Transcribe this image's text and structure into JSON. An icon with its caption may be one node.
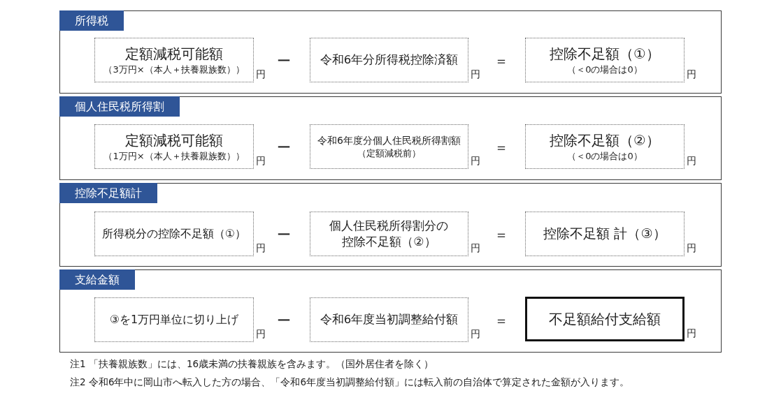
{
  "diagram": {
    "nodes": [
      {
        "text": [
          "所得税"
        ]
      },
      {
        "text": [
          "定額減税可能額",
          "（3万円×（本人＋扶養親族数））"
        ],
        "in": 0,
        "beside": [
          "円"
        ]
      },
      {
        "text": [
          "令和6年分所得税控除済額"
        ],
        "in": 0,
        "beside": [
          "円"
        ]
      },
      {
        "text": [
          "控除不足額（①）",
          "（＜0の場合は0）"
        ],
        "in": 0,
        "beside": [
          "円"
        ]
      },
      {
        "text": [
          "個人住民税所得割"
        ]
      },
      {
        "text": [
          "定額減税可能額",
          "（1万円×（本人＋扶養親族数））"
        ],
        "in": 4,
        "beside": [
          "円"
        ]
      },
      {
        "text": [
          "令和6年度分個人住民税所得割額",
          "（定額減税前）"
        ],
        "in": 4,
        "beside": [
          "円"
        ]
      },
      {
        "text": [
          "控除不足額（②）",
          "（＜0の場合は0）"
        ],
        "in": 4,
        "beside": [
          "円"
        ]
      },
      {
        "text": [
          "控除不足額計"
        ]
      },
      {
        "text": [
          "所得税分の控除不足額（①）"
        ],
        "in": 8,
        "beside": [
          "円"
        ]
      },
      {
        "text": [
          "個人住民税所得割分の控除不足額（②）"
        ],
        "in": 8,
        "beside": [
          "円"
        ]
      },
      {
        "text": [
          "控除不足額 計（③）"
        ],
        "in": 8,
        "beside": [
          "円"
        ]
      },
      {
        "text": [
          "支給金額"
        ]
      },
      {
        "text": [
          "③を1万円単位に切り上げ"
        ],
        "in": 12,
        "beside": [
          "円"
        ]
      },
      {
        "text": [
          "令和6年度当初調整給付額"
        ],
        "in": 12,
        "beside": [
          "円"
        ]
      },
      {
        "text": [
          "不足額給付支給額"
        ],
        "in": 12,
        "beside": [
          "円"
        ]
      }
    ],
    "labels": [
      "ー",
      "＝",
      "ー",
      "＝",
      "ー",
      "＝",
      "ー",
      "＝",
      "注1 「扶養親族数」には、16歳未満の扶養親族を含みます。（国外居住者を除く）",
      "注2 令和6年中に岡山市へ転入した方の場合、「令和6年度当初調整給付額」には転入前の自治体で算定された金額が入ります。"
    ]
  }
}
